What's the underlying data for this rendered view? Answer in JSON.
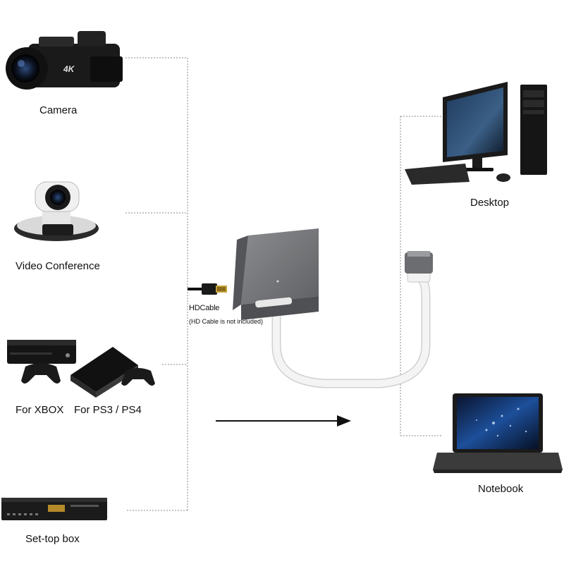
{
  "sources": {
    "camera": {
      "label": "Camera",
      "brand_text": "4K"
    },
    "video_conference": {
      "label": "Video Conference"
    },
    "xbox": {
      "label": "For XBOX"
    },
    "ps": {
      "label": "For PS3 / PS4"
    },
    "settop": {
      "label": "Set-top box"
    }
  },
  "cable": {
    "label": "HDCable",
    "note": "(HD Cable is not included)"
  },
  "targets": {
    "desktop": {
      "label": "Desktop"
    },
    "notebook": {
      "label": "Notebook"
    }
  },
  "colors": {
    "device_gray": "#6b6d70",
    "cable_white": "#f4f4f4",
    "dotted_line": "#8a8a8a",
    "arrow": "#111111"
  }
}
